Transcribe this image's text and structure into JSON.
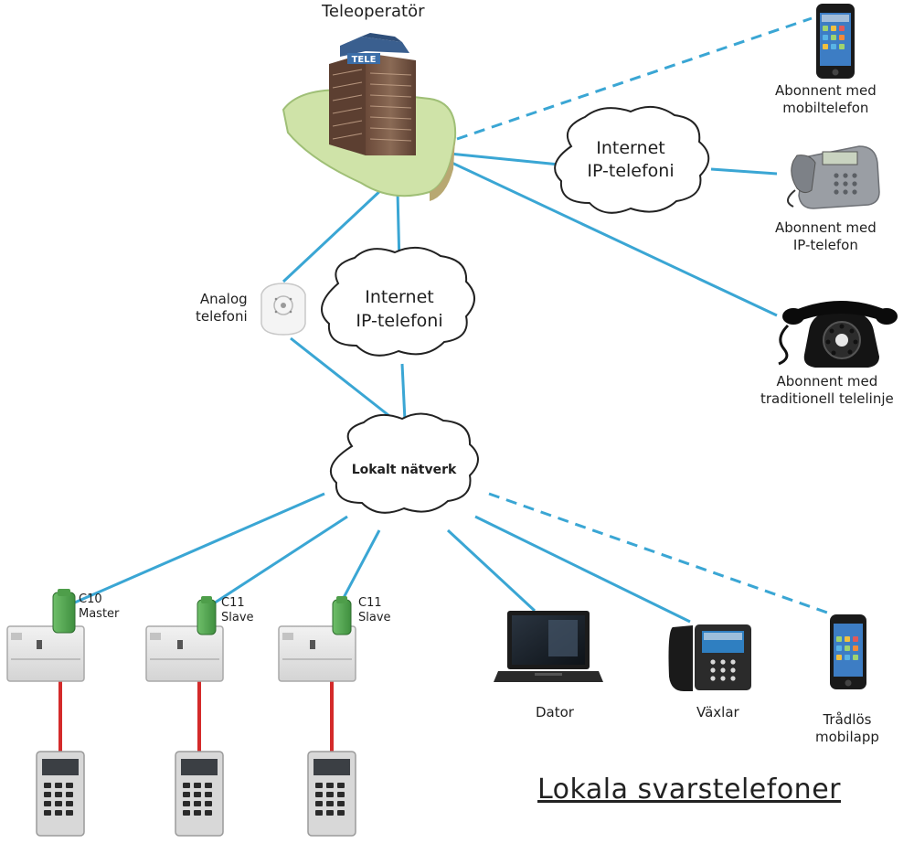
{
  "nodes": {
    "teleoperator": {
      "label": "Teleoperatör",
      "sign": "TELE"
    },
    "cloud_top": {
      "line1": "Internet",
      "line2": "IP-telefoni"
    },
    "cloud_mid": {
      "line1": "Internet",
      "line2": "IP-telefoni"
    },
    "cloud_local": {
      "line1": "Lokalt nätverk"
    },
    "mobile_subscriber": {
      "line1": "Abonnent med",
      "line2": "mobiltelefon"
    },
    "ip_subscriber": {
      "line1": "Abonnent med",
      "line2": "IP-telefon"
    },
    "landline_subscriber": {
      "line1": "Abonnent med",
      "line2": "traditionell telelinje"
    },
    "analog_phone": {
      "line1": "Analog",
      "line2": "telefoni"
    },
    "device_c10": {
      "line1": "C10",
      "line2": "Master"
    },
    "device_c11a": {
      "line1": "C11",
      "line2": "Slave"
    },
    "device_c11b": {
      "line1": "C11",
      "line2": "Slave"
    },
    "computer": {
      "line1": "Dator"
    },
    "pbx": {
      "line1": "Växlar"
    },
    "wireless_app": {
      "line1": "Trådlös",
      "line2": "mobilapp"
    }
  },
  "caption": "Lokala svarstelefoner",
  "colors": {
    "link": "#3aa6d4",
    "wire": "#d42a2a",
    "cloud_stroke": "#222222",
    "ground": "#cfe3a8"
  },
  "links": [
    {
      "from": "teleoperator",
      "to": "mobile_subscriber",
      "style": "dashed"
    },
    {
      "from": "teleoperator",
      "to": "cloud_top",
      "style": "solid"
    },
    {
      "from": "cloud_top",
      "to": "ip_subscriber",
      "style": "solid"
    },
    {
      "from": "teleoperator",
      "to": "landline_subscriber",
      "style": "solid"
    },
    {
      "from": "teleoperator",
      "to": "analog_phone",
      "style": "solid"
    },
    {
      "from": "teleoperator",
      "to": "cloud_mid",
      "style": "solid"
    },
    {
      "from": "analog_phone",
      "to": "cloud_local",
      "style": "solid"
    },
    {
      "from": "cloud_mid",
      "to": "cloud_local",
      "style": "solid"
    },
    {
      "from": "cloud_local",
      "to": "device_c10",
      "style": "solid"
    },
    {
      "from": "cloud_local",
      "to": "device_c11a",
      "style": "solid"
    },
    {
      "from": "cloud_local",
      "to": "device_c11b",
      "style": "solid"
    },
    {
      "from": "cloud_local",
      "to": "computer",
      "style": "solid"
    },
    {
      "from": "cloud_local",
      "to": "pbx",
      "style": "solid"
    },
    {
      "from": "cloud_local",
      "to": "wireless_app",
      "style": "dashed"
    },
    {
      "from": "device_c10",
      "to": "device_c10",
      "style": "wire"
    },
    {
      "from": "device_c11a",
      "to": "device_c11a",
      "style": "wire"
    },
    {
      "from": "device_c11b",
      "to": "device_c11b",
      "style": "wire"
    }
  ]
}
